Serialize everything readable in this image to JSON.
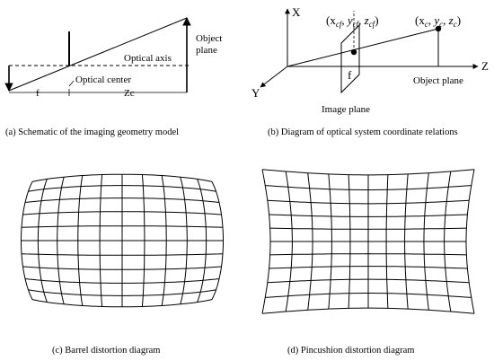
{
  "panel_a": {
    "caption": "(a) Schematic of the imaging geometry model",
    "object_plane_line1": "Object",
    "object_plane_line2": "plane",
    "optical_axis": "Optical axis",
    "optical_center": "Optical center",
    "f_label": "f",
    "zc_label": "Zc"
  },
  "panel_b": {
    "caption": "(b) Diagram of optical system coordinate relations",
    "x_axis": "X",
    "y_axis": "Y",
    "z_axis": "Z",
    "f_label": "f",
    "image_point": "(x",
    "image_point_sub": "cf",
    "object_point": "(x",
    "object_point_sub": "c",
    "image_plane": "Image plane",
    "object_plane": "Object plane"
  },
  "panel_c": {
    "caption": "(c) Barrel distortion diagram"
  },
  "panel_d": {
    "caption": "(d) Pincushion distortion diagram"
  }
}
